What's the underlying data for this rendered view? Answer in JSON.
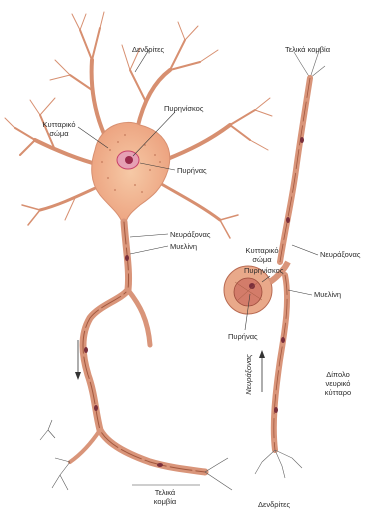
{
  "labels": {
    "dendrites": "Δενδρίτες",
    "nucleolus": "Πυρηνίσκος",
    "cell_body_left_l1": "Κυτταρικό",
    "cell_body_left_l2": "σώμα",
    "nucleus_left": "Πυρήνας",
    "axon_left": "Νευράξονας",
    "myelin_left": "Μυελίνη",
    "terminals_left_l1": "Τελικά",
    "terminals_left_l2": "κομβία",
    "terminals_right": "Τελικά κομβία",
    "cell_body_right_l1": "Κυτταρικό",
    "cell_body_right_l2": "σώμα",
    "nucleolus_right": "Πυρηνίσκος",
    "axon_right": "Νευράξονας",
    "myelin_right": "Μυελίνη",
    "nucleus_right": "Πυρήνας",
    "vertical_axon": "Νευράξονας",
    "bipolar_l1": "Δίπολο",
    "bipolar_l2": "νευρικό",
    "bipolar_l3": "κύτταρο",
    "dendrites_bottom": "Δενδρίτες"
  },
  "colors": {
    "cell": "#e9a98a",
    "cell_dark": "#b86a52",
    "axon": "#d9957a",
    "axon_dark": "#a2583f",
    "nucleus": "#c9416a",
    "line": "#3a3a3a"
  }
}
